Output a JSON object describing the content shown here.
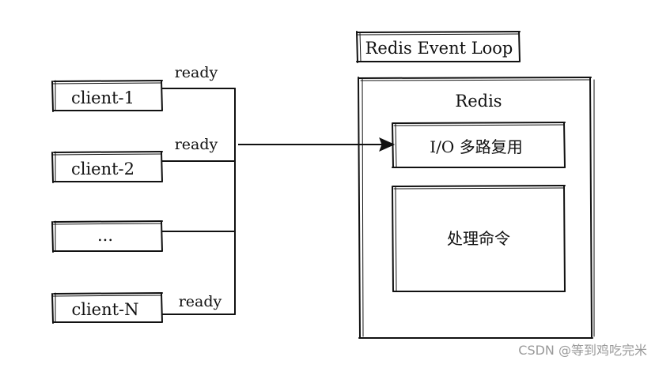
{
  "loop": {
    "title": "Redis Event Loop",
    "server_label": "Redis",
    "io_label": "I/O 多路复用",
    "process_label": "处理命令"
  },
  "clients": [
    {
      "label": "client-1",
      "signal": "ready"
    },
    {
      "label": "client-2",
      "signal": "ready"
    },
    {
      "label": "...",
      "signal": ""
    },
    {
      "label": "client-N",
      "signal": "ready"
    }
  ],
  "watermark": "CSDN @等到鸡吃完米"
}
